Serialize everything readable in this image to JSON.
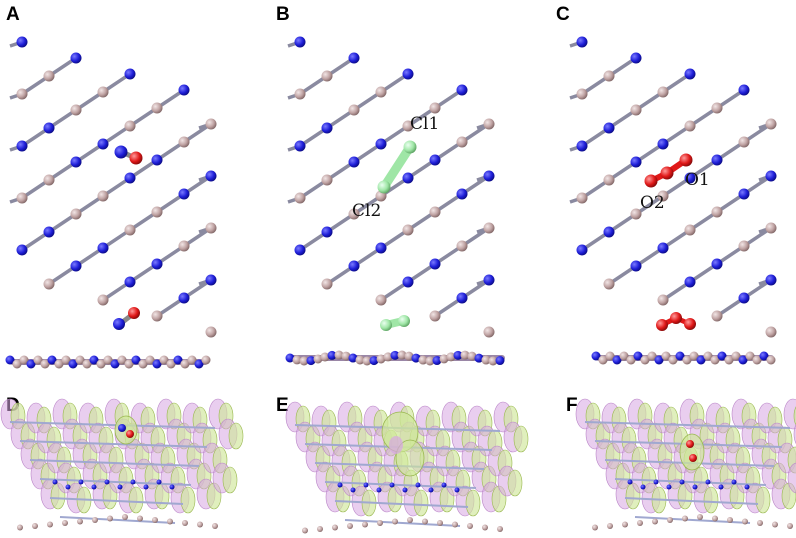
{
  "panels": [
    {
      "label": "A",
      "adsorbate": "NO",
      "atom_labels": []
    },
    {
      "label": "B",
      "adsorbate": "Cl2",
      "atom_labels": [
        "Cl1",
        "Cl2"
      ]
    },
    {
      "label": "C",
      "adsorbate": "O2",
      "atom_labels": [
        "O1",
        "O2"
      ]
    },
    {
      "label": "D"
    },
    {
      "label": "E"
    },
    {
      "label": "F"
    }
  ],
  "colors": {
    "carbon": "#bfa2a2",
    "nitrogen": "#1e1ed8",
    "oxygen": "#e01818",
    "chlorine": "#9fe6a6",
    "iso_positive": "#cfe79a",
    "iso_negative": "#d7a6e2",
    "background": "#ffffff"
  },
  "icons": [
    "atom-ball",
    "bond-stick",
    "isosurface-lobe"
  ]
}
